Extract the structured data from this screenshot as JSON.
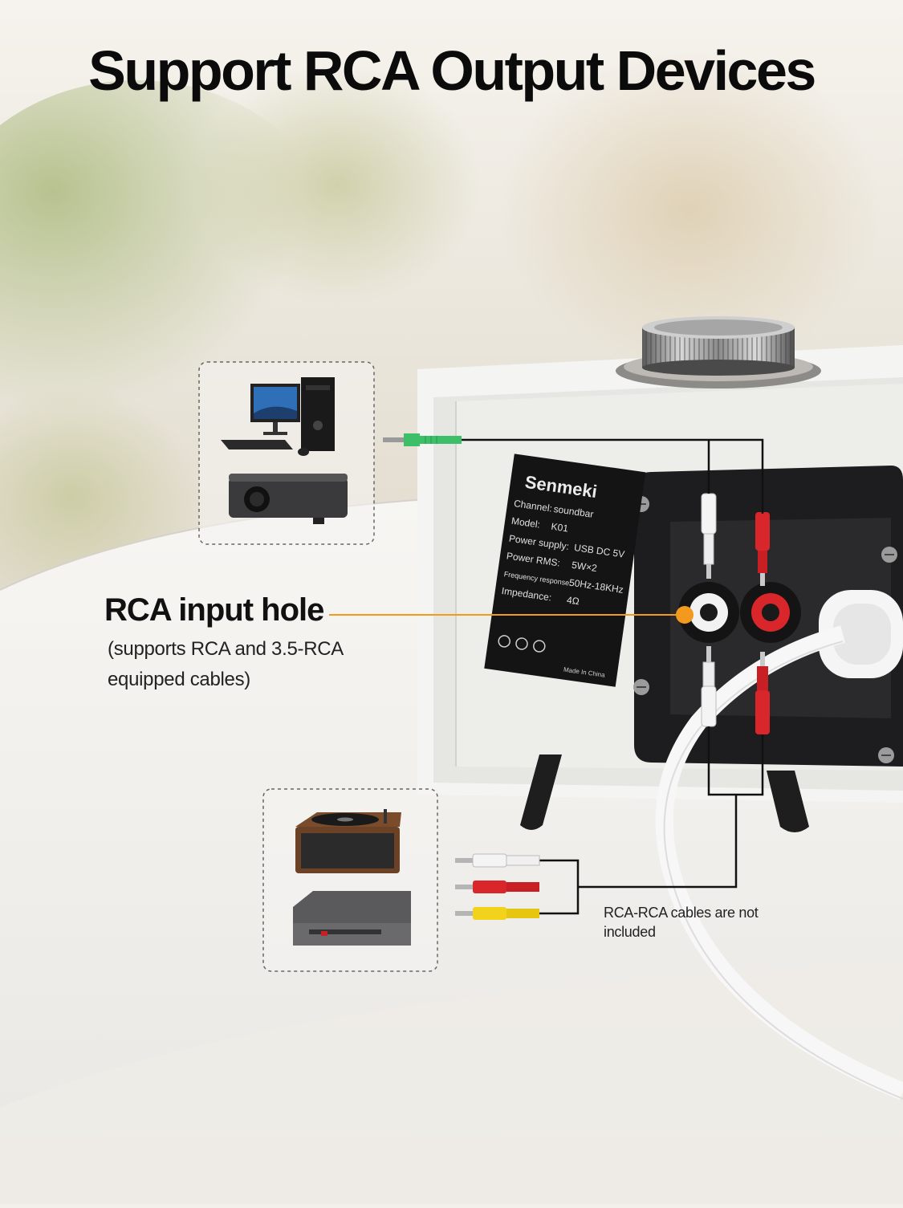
{
  "headline": "Support RCA Output Devices",
  "callout": {
    "title": "RCA input hole",
    "description": "(supports RCA and 3.5-RCA equipped cables)"
  },
  "note": "RCA-RCA cables are not included",
  "label_plate": {
    "brand": "Senmeki",
    "rows": [
      {
        "label": "Channel:",
        "value": "soundbar"
      },
      {
        "label": "Model:",
        "value": "K01"
      },
      {
        "label": "Power supply:",
        "value": "USB DC 5V"
      },
      {
        "label": "Power RMS:",
        "value": "5W×2"
      },
      {
        "label": "Frequency response:",
        "value": "50Hz-18KHz"
      },
      {
        "label": "Impedance:",
        "value": "4Ω"
      }
    ],
    "made_in": "Made In China"
  },
  "colors": {
    "accent_orange": "#f39a1e",
    "plug_red": "#d8262b",
    "plug_white": "#f4f4f4",
    "plug_yellow": "#f2d21b",
    "plug_green": "#3dbf6a",
    "panel_black": "#1d1d1f"
  }
}
